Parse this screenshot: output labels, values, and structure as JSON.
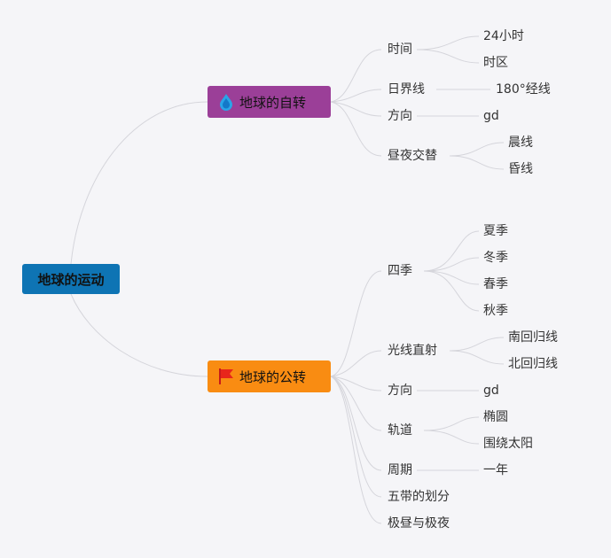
{
  "colors": {
    "root": "#0e74b4",
    "branch1": "#9b3f98",
    "branch2": "#f98c12",
    "line": "#d5d5db",
    "bg": "#f5f5f8"
  },
  "icons": {
    "branch1": "drop-icon",
    "branch2": "red-flag-icon"
  },
  "root": {
    "label": "地球的运动"
  },
  "rotation": {
    "label": "地球的自转",
    "time": {
      "label": "时间",
      "children": [
        "24小时",
        "时区"
      ]
    },
    "dateline": {
      "label": "日界线",
      "children": [
        "180°经线"
      ]
    },
    "direction": {
      "label": "方向",
      "children": [
        "gd"
      ]
    },
    "daynight": {
      "label": "昼夜交替",
      "children": [
        "晨线",
        "昏线"
      ]
    }
  },
  "revolution": {
    "label": "地球的公转",
    "seasons": {
      "label": "四季",
      "children": [
        "夏季",
        "冬季",
        "春季",
        "秋季"
      ]
    },
    "sunray": {
      "label": "光线直射",
      "children": [
        "南回归线",
        "北回归线"
      ]
    },
    "direction": {
      "label": "方向",
      "children": [
        "gd"
      ]
    },
    "orbit": {
      "label": "轨道",
      "children": [
        "椭圆",
        "围绕太阳"
      ]
    },
    "period": {
      "label": "周期",
      "children": [
        "一年"
      ]
    },
    "zones": {
      "label": "五带的划分"
    },
    "polar": {
      "label": "极昼与极夜"
    }
  }
}
